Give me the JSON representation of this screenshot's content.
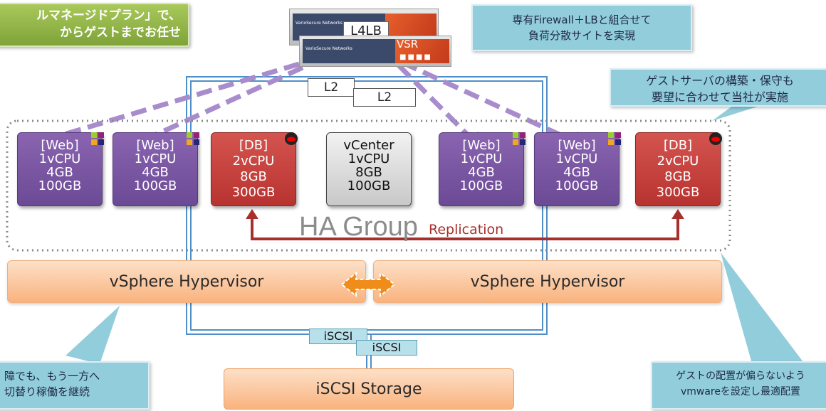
{
  "callouts": {
    "top_left_line1": "ルマネージドプラン」で、",
    "top_left_line2": "からゲストまでお任せ",
    "top_right_line1": "専有Firewall＋LBと組合せて",
    "top_right_line2": "負荷分散サイトを実現",
    "right_line1": "ゲストサーバの構築・保守も",
    "right_line2": "要望に合わせて当社が実施",
    "bottom_left_line1": "障でも、もう一方へ",
    "bottom_left_line2": "切替り稼働を継続",
    "bottom_right_line1": "ゲストの配置が偏らないよう",
    "bottom_right_line2": "vmwareを設定し最適配置"
  },
  "appliances": {
    "l4lb": "L4LB",
    "vsr": "VSR",
    "vendor": "VarioSecure Networks"
  },
  "switches": [
    "L2",
    "L2"
  ],
  "vms": [
    {
      "role": "[Web]",
      "cpu": "1vCPU",
      "mem": "4GB",
      "disk": "100GB"
    },
    {
      "role": "[Web]",
      "cpu": "1vCPU",
      "mem": "4GB",
      "disk": "100GB"
    },
    {
      "role": "[DB]",
      "cpu": "2vCPU",
      "mem": "8GB",
      "disk": "300GB"
    },
    {
      "role": "vCenter",
      "cpu": "1vCPU",
      "mem": "8GB",
      "disk": "100GB"
    },
    {
      "role": "[Web]",
      "cpu": "1vCPU",
      "mem": "4GB",
      "disk": "100GB"
    },
    {
      "role": "[Web]",
      "cpu": "1vCPU",
      "mem": "4GB",
      "disk": "100GB"
    },
    {
      "role": "[DB]",
      "cpu": "2vCPU",
      "mem": "8GB",
      "disk": "300GB"
    }
  ],
  "ha_group": "HA Group",
  "replication": "Replication",
  "hypervisors": [
    "vSphere Hypervisor",
    "vSphere Hypervisor"
  ],
  "iscsi_tags": [
    "iSCSI",
    "iSCSI"
  ],
  "storage": "iSCSI Storage",
  "colors": {
    "web": "#7a55a3",
    "db": "#c43e3a",
    "dashed_arrow": "#a98ccc",
    "replication": "#a8302c",
    "network_line": "#4f8fc9"
  }
}
